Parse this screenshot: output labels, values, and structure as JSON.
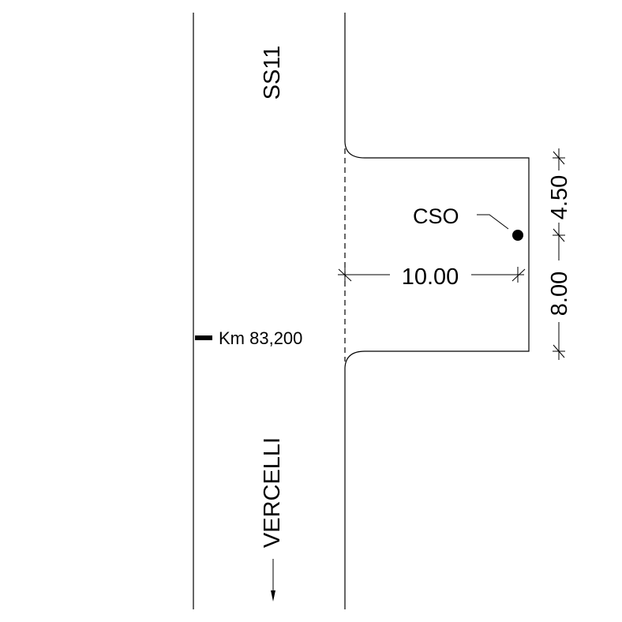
{
  "road": {
    "name": "SS11",
    "direction_label": "VERCELLI",
    "km_marker": "Km 83,200"
  },
  "layby": {
    "point_label": "CSO",
    "dim_width": "10.00",
    "dim_upper": "4.50",
    "dim_lower": "8.00"
  }
}
